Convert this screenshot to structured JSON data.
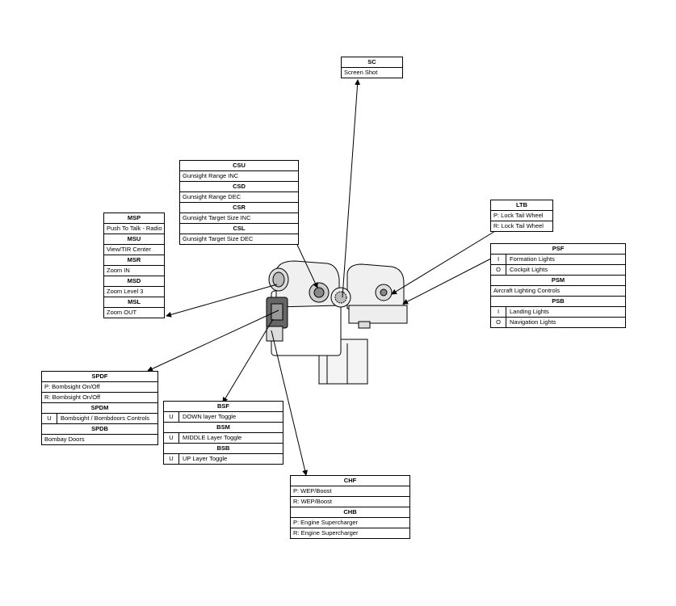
{
  "boxes": {
    "sc": {
      "title": "SC",
      "rows": [
        "Screen Shot"
      ]
    },
    "csu": {
      "sections": [
        {
          "title": "CSU",
          "rows": [
            "Gunsight Range INC"
          ]
        },
        {
          "title": "CSD",
          "rows": [
            "Gunsight Range DEC"
          ]
        },
        {
          "title": "CSR",
          "rows": [
            "Gunsight Target Size INC"
          ]
        },
        {
          "title": "CSL",
          "rows": [
            "Gunsight Target Size DEC"
          ]
        }
      ]
    },
    "msp": {
      "sections": [
        {
          "title": "MSP",
          "rows": [
            "Push To Talk - Radio"
          ]
        },
        {
          "title": "MSU",
          "rows": [
            "View/TIR Center"
          ]
        },
        {
          "title": "MSR",
          "rows": [
            "Zoom IN"
          ]
        },
        {
          "title": "MSD",
          "rows": [
            "Zoom Level 3"
          ]
        },
        {
          "title": "MSL",
          "rows": [
            "Zoom OUT"
          ]
        }
      ]
    },
    "ltb": {
      "title": "LTB",
      "rows": [
        "P: Lock Tail Wheel",
        "R: Lock Tail Wheel"
      ]
    },
    "psf": {
      "psf_title": "PSF",
      "psf_rows": [
        {
          "p": "I",
          "t": "Formation Lights"
        },
        {
          "p": "O",
          "t": "Cockpit Lights"
        }
      ],
      "psm_title": "PSM",
      "psm_row": "Aircraft Lighting Controls",
      "psb_title": "PSB",
      "psb_rows": [
        {
          "p": "I",
          "t": "Landing Lights"
        },
        {
          "p": "O",
          "t": "Navigation Lights"
        }
      ]
    },
    "spdf": {
      "spdf_title": "SPDF",
      "spdf_rows": [
        "P: Bombsight On/Off",
        "R: Bombsight On/Off"
      ],
      "spdm_title": "SPDM",
      "spdm_row": {
        "p": "U",
        "t": "Bombsight / Bombdoors Controls"
      },
      "spdb_title": "SPDB",
      "spdb_row": "Bombay Doors"
    },
    "bsf": {
      "sections": [
        {
          "title": "BSF",
          "row": {
            "p": "U",
            "t": "DOWN layer Toggle"
          }
        },
        {
          "title": "BSM",
          "row": {
            "p": "U",
            "t": "MIDDLE Layer Toggle"
          }
        },
        {
          "title": "BSB",
          "row": {
            "p": "U",
            "t": "UP Layer Toggle"
          }
        }
      ]
    },
    "chf": {
      "sections": [
        {
          "title": "CHF",
          "rows": [
            "P: WEP/Boost",
            "R: WEP/Boost"
          ]
        },
        {
          "title": "CHB",
          "rows": [
            "P: Engine Supercharger",
            "R: Engine Supercharger"
          ]
        }
      ]
    }
  }
}
